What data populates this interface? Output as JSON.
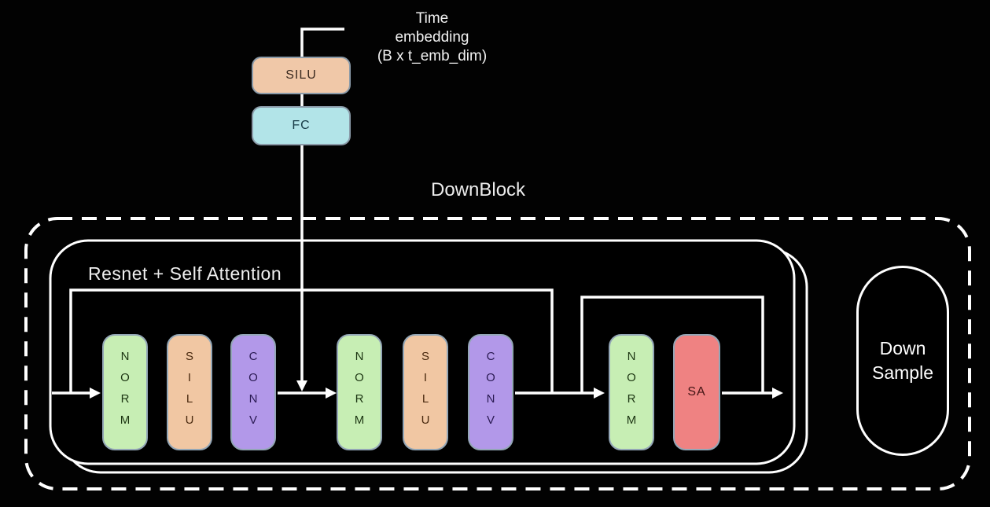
{
  "colors": {
    "background": "#020202",
    "stroke": "#ffffff",
    "norm_fill": "#c7eeb4",
    "silu_fill": "#f1c7a3",
    "conv_fill": "#b298e9",
    "sa_fill": "#ef8282",
    "fc_fill": "#b2e4e8",
    "silu_top_fill": "#f0c8a8",
    "box_edge": "#93a6b6"
  },
  "time_embedding": {
    "annotation": {
      "lines": [
        "Time",
        "embedding",
        "(B x t_emb_dim)"
      ]
    },
    "silu_label": "SILU",
    "fc_label": "FC"
  },
  "down_block": {
    "title": "DownBlock",
    "resnet_card_title": "Resnet + Self Attention",
    "boxes": [
      {
        "label": "NORM"
      },
      {
        "label": "SILU"
      },
      {
        "label": "CONV"
      },
      {
        "label": "NORM"
      },
      {
        "label": "SILU"
      },
      {
        "label": "CONV"
      },
      {
        "label": "NORM"
      },
      {
        "label": "SA"
      }
    ],
    "down_sample": {
      "lines": [
        "Down",
        "Sample"
      ]
    }
  }
}
